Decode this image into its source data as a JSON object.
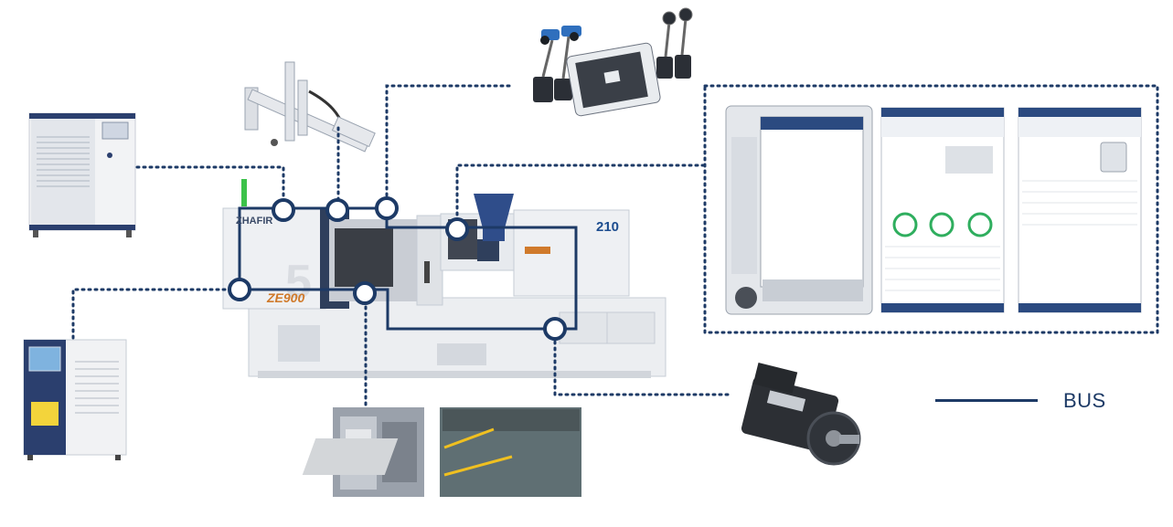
{
  "legend": {
    "label": "BUS",
    "color": "#1d3a66"
  },
  "machine": {
    "brand": "ZHAFIR",
    "model": "ZE900",
    "tonnage": "210"
  },
  "colors": {
    "bus": "#1d3a66",
    "dotted": "#1d3a66",
    "machine_body": "#e9ebee",
    "machine_dark": "#2f3f5c",
    "accent_orange": "#d07a2b"
  },
  "devices": [
    {
      "name": "chiller",
      "icon": "chiller-icon"
    },
    {
      "name": "robot-arm",
      "icon": "robot-arm-icon"
    },
    {
      "name": "vision-cameras",
      "icon": "camera-icon"
    },
    {
      "name": "tablet",
      "icon": "tablet-icon"
    },
    {
      "name": "mold-temperature-controller",
      "icon": "temperature-controller-icon"
    },
    {
      "name": "mold",
      "icon": "mold-icon"
    },
    {
      "name": "factory-floor",
      "icon": "factory-icon"
    },
    {
      "name": "servo-motor",
      "icon": "servo-motor-icon"
    },
    {
      "name": "hmi-screens",
      "icon": "hmi-panel-icon"
    }
  ]
}
